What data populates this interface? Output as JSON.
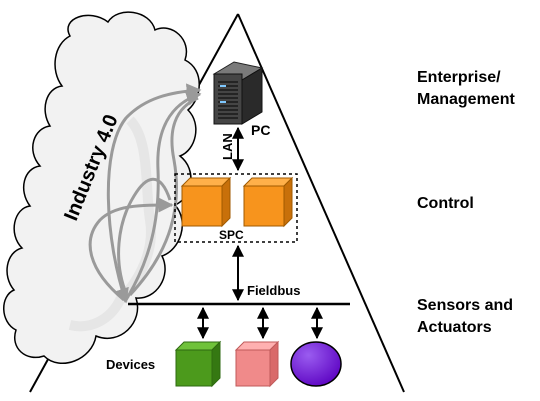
{
  "diagram": {
    "cloud_label": "Industry 4.0",
    "pc_label": "PC",
    "lan_label": "LAN",
    "spc_label": "SPC",
    "fieldbus_label": "Fieldbus",
    "devices_label": "Devices",
    "levels": {
      "top_line1": "Enterprise/",
      "top_line2": "Management",
      "middle": "Control",
      "bottom_line1": "Sensors and",
      "bottom_line2": "Actuators"
    }
  },
  "colors": {
    "spc_box": "#f7941d",
    "device_green": "#4c9a1c",
    "device_pink": "#f08a8a",
    "device_purple": "#6a0fd4",
    "cloud_fill": "#f2f2f2",
    "cloud_arrows": "#999999",
    "server": "#3a3a3a"
  },
  "icons": [
    "server-icon",
    "cloud-shape",
    "cube-icon",
    "sphere-icon"
  ]
}
